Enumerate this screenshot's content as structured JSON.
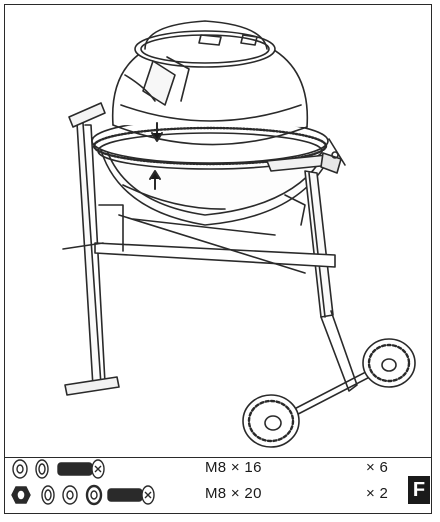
{
  "parts": [
    {
      "spec": "M8 × 16",
      "quantity": "× 6",
      "icons": [
        "washer-icon",
        "spring-washer-icon",
        "bolt-icon"
      ]
    },
    {
      "spec": "M8 × 20",
      "quantity": "× 2",
      "icons": [
        "nut-icon",
        "spring-washer-icon",
        "washer-icon",
        "washer-icon",
        "bolt-icon"
      ]
    }
  ],
  "step_label": "F",
  "colors": {
    "line": "#2a2a2a",
    "badge": "#1a1a1a"
  }
}
